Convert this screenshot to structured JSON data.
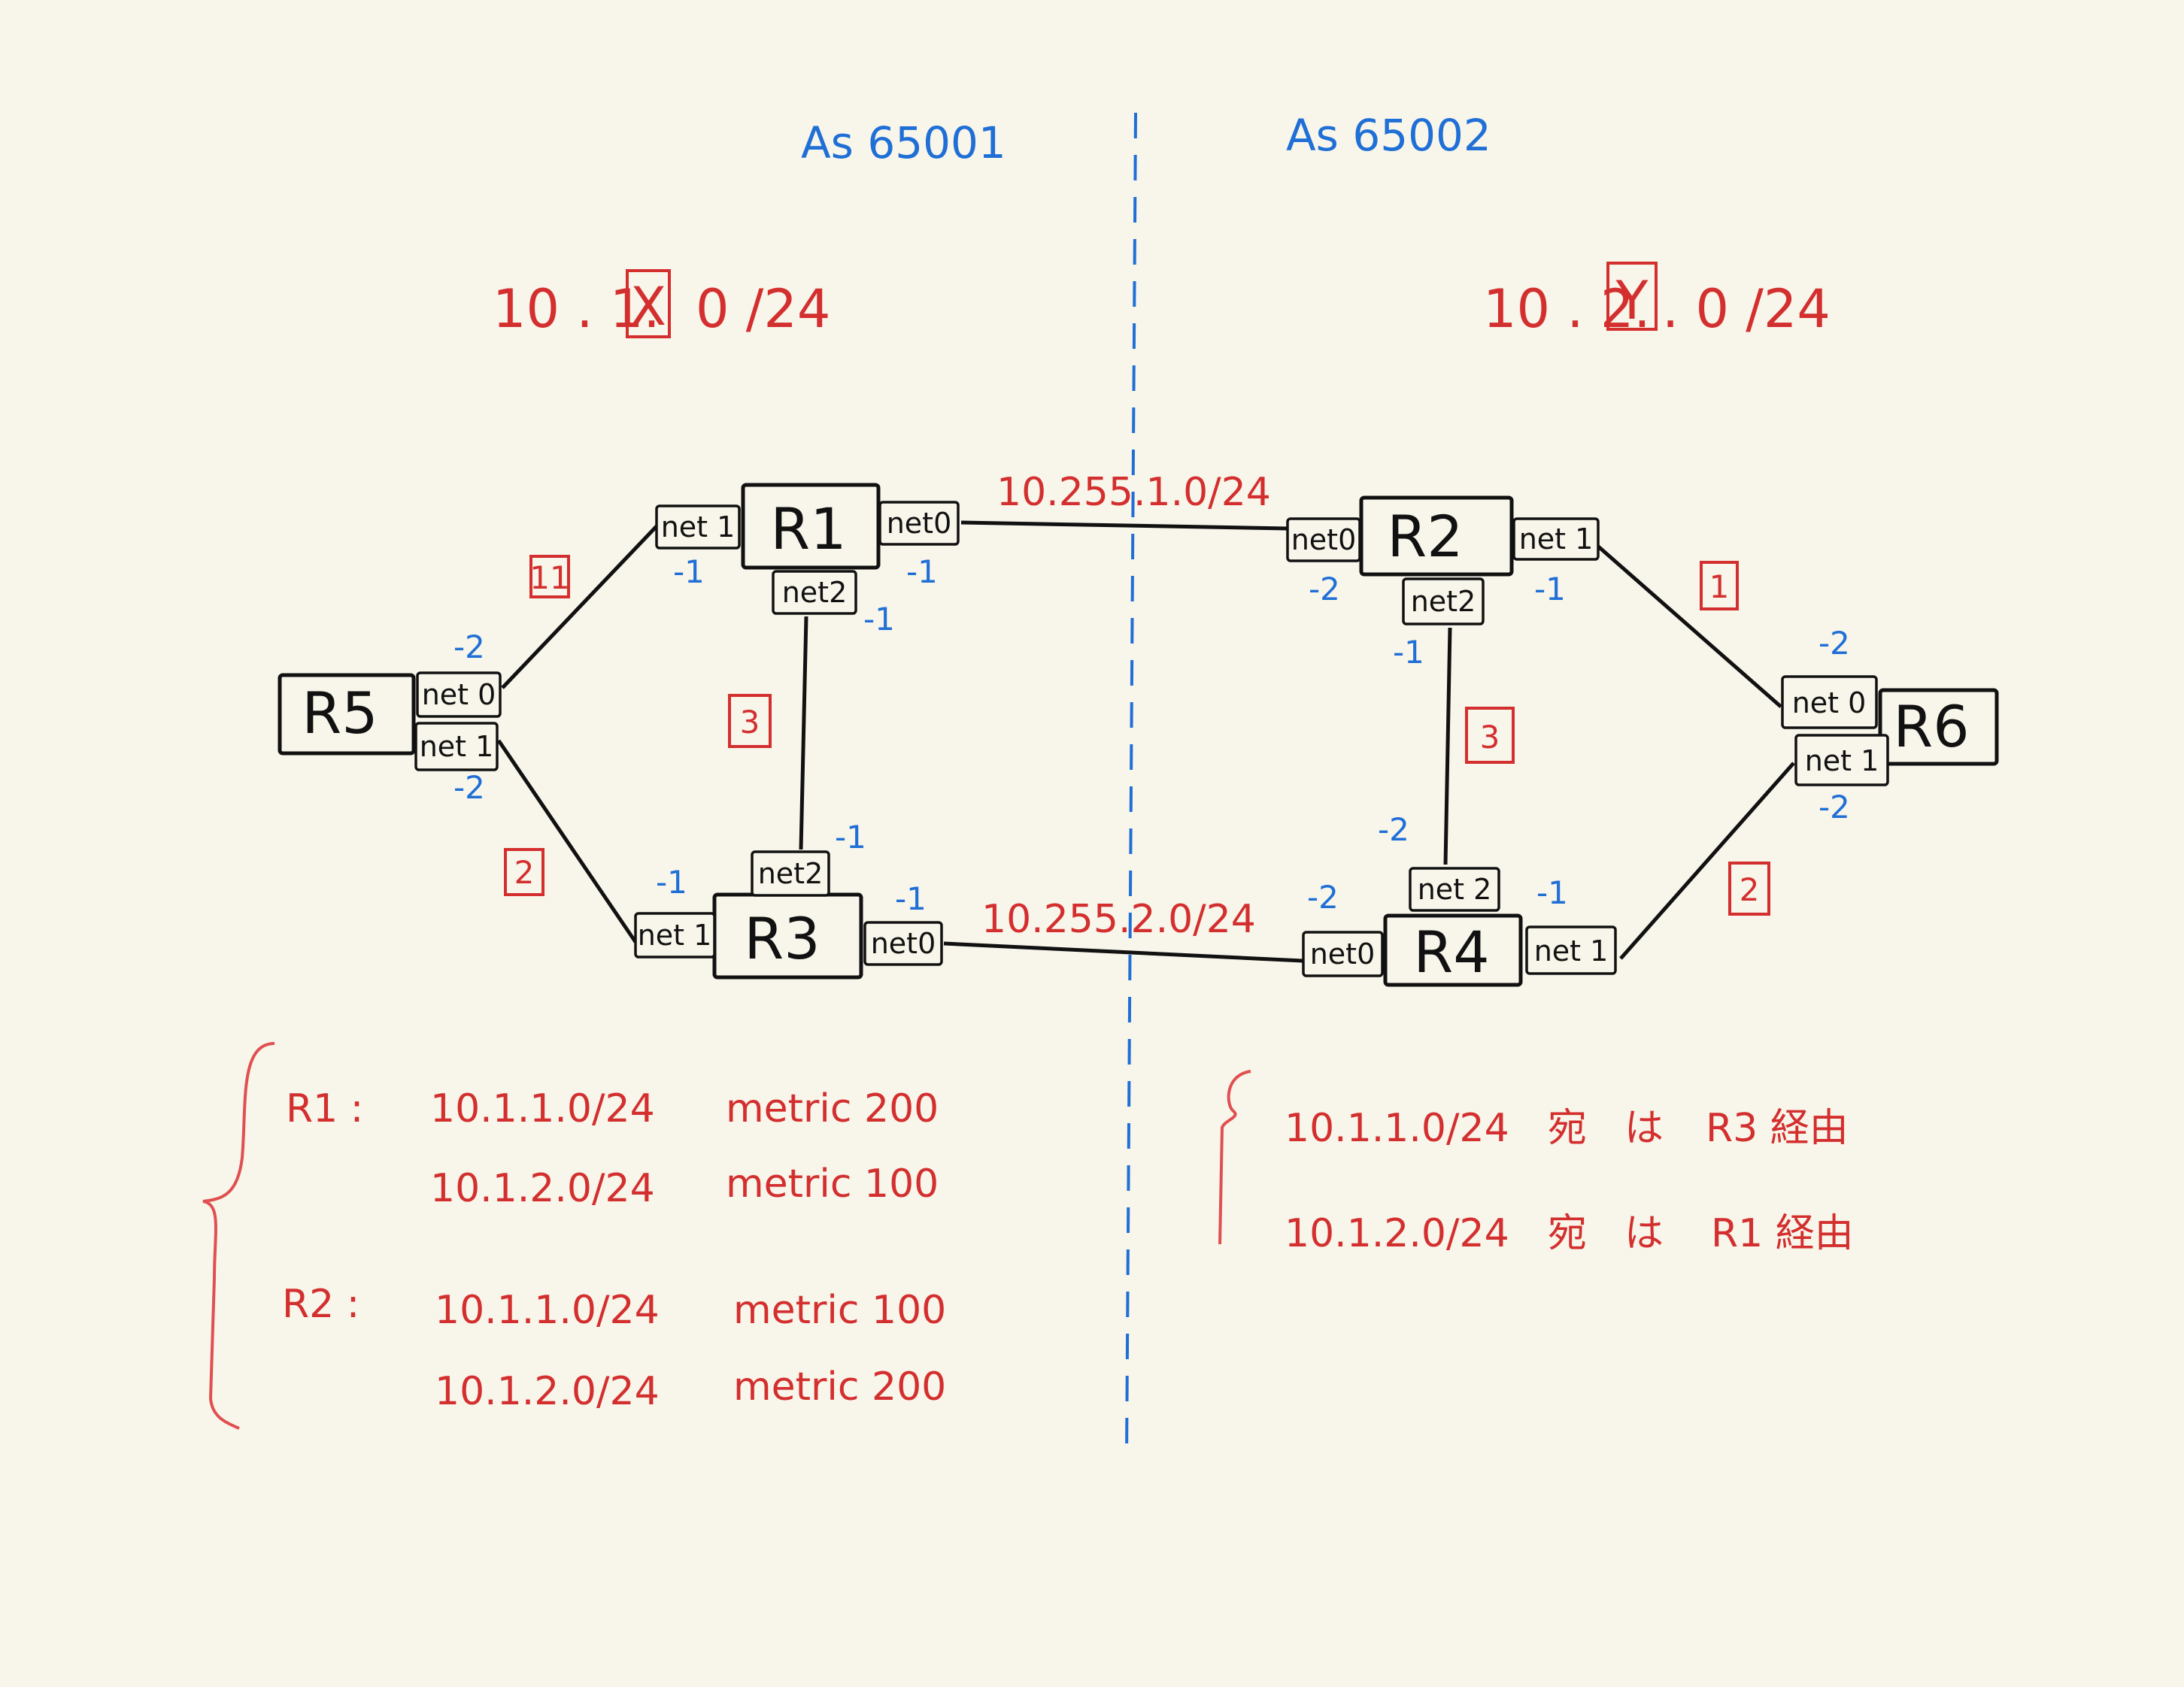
{
  "as_left": "As 65001",
  "as_right": "As 65002",
  "subnet_left": {
    "prefix": "10 . 1.",
    "box": "X",
    "suffix": "0 /24"
  },
  "subnet_right": {
    "prefix": "10 . 2.",
    "box": "Y",
    "suffix": ". 0 /24"
  },
  "routers": {
    "r1": "R1",
    "r2": "R2",
    "r3": "R3",
    "r4": "R4",
    "r5": "R5",
    "r6": "R6"
  },
  "interfaces": {
    "r1_net1": "net 1",
    "r1_net0": "net0",
    "r1_net2": "net2",
    "r2_net0": "net0",
    "r2_net1": "net 1",
    "r2_net2": "net2",
    "r3_net1": "net 1",
    "r3_net0": "net0",
    "r3_net2": "net2",
    "r4_net0": "net0",
    "r4_net1": "net 1",
    "r4_net2": "net 2",
    "r5_net0": "net 0",
    "r5_net1": "net 1",
    "r6_net0": "net 0",
    "r6_net1": "net 1"
  },
  "hosts": {
    "r1_net1": "-1",
    "r1_net0": "-1",
    "r1_net2": "-1",
    "r2_net0": "-2",
    "r2_net1": "-1",
    "r2_net2": "-1",
    "r3_net1": "-1",
    "r3_net0": "-1",
    "r3_net2": "-1",
    "r4_net0": "-2",
    "r4_net1": "-1",
    "r4_net2": "-2",
    "r5_net0": "-2",
    "r5_net1": "-2",
    "r6_net0": "-2",
    "r6_net1": "-2"
  },
  "links": {
    "r1_r2": "10.255.1.0/24",
    "r3_r4": "10.255.2.0/24"
  },
  "costs": {
    "r5_r1": "11",
    "r5_r3": "2",
    "r1_r3": "3",
    "r2_r6": "1",
    "r4_r6": "2",
    "r2_r4": "3"
  },
  "notes_left": [
    {
      "router": "R1 :",
      "prefix": "10.1.1.0/24",
      "metric": "metric 200"
    },
    {
      "router": "",
      "prefix": "10.1.2.0/24",
      "metric": "metric 100"
    },
    {
      "router": "R2 :",
      "prefix": "10.1.1.0/24",
      "metric": "metric 100"
    },
    {
      "router": "",
      "prefix": "10.1.2.0/24",
      "metric": "metric 200"
    }
  ],
  "notes_right": [
    {
      "prefix": "10.1.1.0/24",
      "route": "宛 ",
      "via": "R3 経由"
    },
    {
      "prefix": "10.1.2.0/24",
      "route": "宛 ",
      "via": "R1 経由"
    }
  ],
  "notes_right_middle": "は"
}
